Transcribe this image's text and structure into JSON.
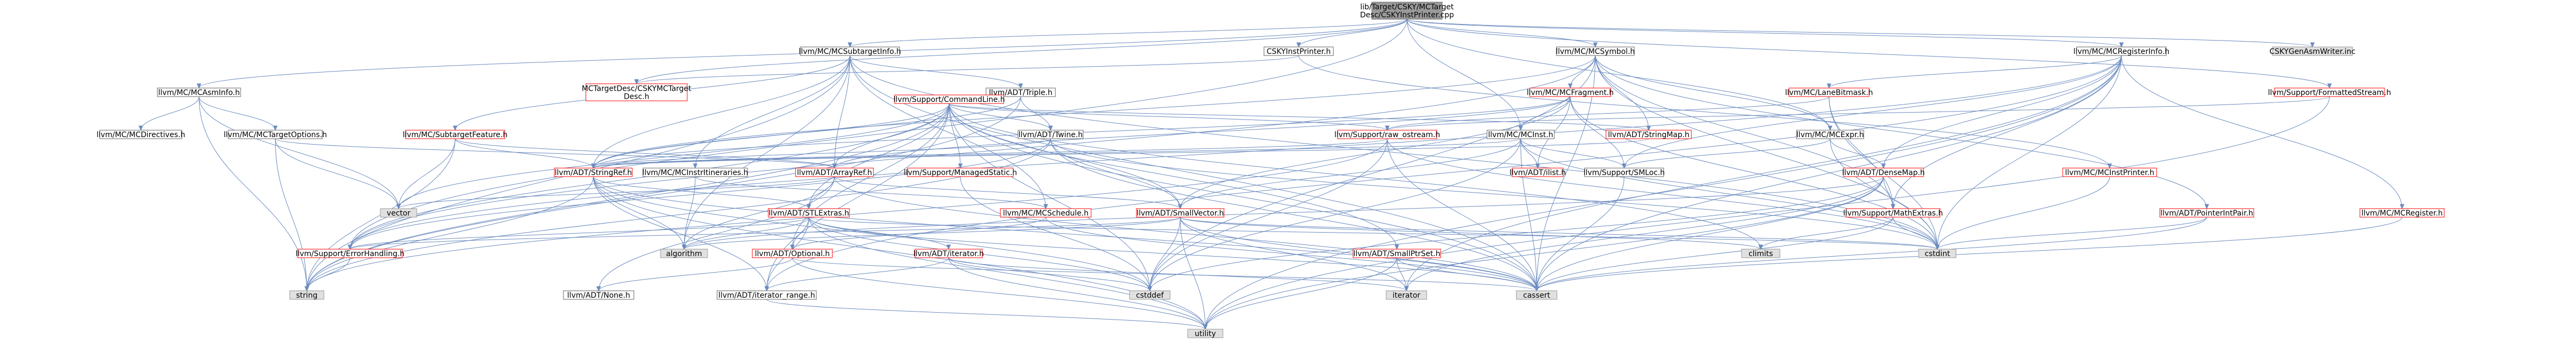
{
  "colors": {
    "root_fill": "#9a9a9a",
    "root_border": "#6e6e6e",
    "normal_fill": "#ffffff",
    "normal_border": "#666666",
    "missing_fill": "#ffffff",
    "missing_border": "#ff0000",
    "external_fill": "#e0e0e0",
    "external_border": "#999999",
    "edge": "#6b8bbf"
  },
  "nodes": [
    {
      "id": "root",
      "kind": "root",
      "lines": [
        "lib/Target/CSKY/MCTarget",
        "Desc/CSKYInstPrinter.cpp"
      ]
    },
    {
      "id": "subtarget",
      "kind": "normal",
      "lines": [
        "llvm/MC/MCSubtargetInfo.h"
      ]
    },
    {
      "id": "cskyinstprinter",
      "kind": "normal",
      "lines": [
        "CSKYInstPrinter.h"
      ]
    },
    {
      "id": "mcsymbol",
      "kind": "normal",
      "lines": [
        "llvm/MC/MCSymbol.h"
      ]
    },
    {
      "id": "mcregisterinfo",
      "kind": "normal",
      "lines": [
        "llvm/MC/MCRegisterInfo.h"
      ]
    },
    {
      "id": "genasmwriter",
      "kind": "external",
      "lines": [
        "CSKYGenAsmWriter.inc"
      ]
    },
    {
      "id": "mcasminfo",
      "kind": "normal",
      "lines": [
        "llvm/MC/MCAsmInfo.h"
      ]
    },
    {
      "id": "cskymctargetdesc",
      "kind": "missing",
      "lines": [
        "MCTargetDesc/CSKYMCTarget",
        "Desc.h"
      ]
    },
    {
      "id": "triple",
      "kind": "normal",
      "lines": [
        "llvm/ADT/Triple.h"
      ]
    },
    {
      "id": "mcfragment",
      "kind": "missing",
      "lines": [
        "llvm/MC/MCFragment.h"
      ]
    },
    {
      "id": "lanebitmask",
      "kind": "missing",
      "lines": [
        "llvm/MC/LaneBitmask.h"
      ]
    },
    {
      "id": "formattedstream",
      "kind": "missing",
      "lines": [
        "llvm/Support/FormattedStream.h"
      ]
    },
    {
      "id": "commandline",
      "kind": "missing",
      "lines": [
        "llvm/Support/CommandLine.h"
      ]
    },
    {
      "id": "mcdirectives",
      "kind": "normal",
      "lines": [
        "llvm/MC/MCDirectives.h"
      ]
    },
    {
      "id": "mctargetoptions",
      "kind": "normal",
      "lines": [
        "llvm/MC/MCTargetOptions.h"
      ]
    },
    {
      "id": "subtargetfeature",
      "kind": "missing",
      "lines": [
        "llvm/MC/SubtargetFeature.h"
      ]
    },
    {
      "id": "twine",
      "kind": "normal",
      "lines": [
        "llvm/ADT/Twine.h"
      ]
    },
    {
      "id": "rawostream",
      "kind": "missing",
      "lines": [
        "llvm/Support/raw_ostream.h"
      ]
    },
    {
      "id": "mcinst",
      "kind": "normal",
      "lines": [
        "llvm/MC/MCInst.h"
      ]
    },
    {
      "id": "stringmap",
      "kind": "missing",
      "lines": [
        "llvm/ADT/StringMap.h"
      ]
    },
    {
      "id": "mcexpr",
      "kind": "normal",
      "lines": [
        "llvm/MC/MCExpr.h"
      ]
    },
    {
      "id": "mcinstprinter",
      "kind": "missing",
      "lines": [
        "llvm/MC/MCInstPrinter.h"
      ]
    },
    {
      "id": "mcinstrinfo",
      "kind": "normal",
      "lines": [
        "llvm/MC/MCInstrItineraries.h"
      ]
    },
    {
      "id": "stringref",
      "kind": "missing",
      "lines": [
        "llvm/ADT/StringRef.h"
      ]
    },
    {
      "id": "arrayref",
      "kind": "missing",
      "lines": [
        "llvm/ADT/ArrayRef.h"
      ]
    },
    {
      "id": "managedstatic",
      "kind": "missing",
      "lines": [
        "llvm/Support/ManagedStatic.h"
      ]
    },
    {
      "id": "ilist",
      "kind": "missing",
      "lines": [
        "llvm/ADT/ilist.h"
      ]
    },
    {
      "id": "smloc",
      "kind": "normal",
      "lines": [
        "llvm/Support/SMLoc.h"
      ]
    },
    {
      "id": "densemap",
      "kind": "missing",
      "lines": [
        "llvm/ADT/DenseMap.h"
      ]
    },
    {
      "id": "pointerintpair",
      "kind": "missing",
      "lines": [
        "llvm/ADT/PointerIntPair.h"
      ]
    },
    {
      "id": "mcregister",
      "kind": "missing",
      "lines": [
        "llvm/MC/MCRegister.h"
      ]
    },
    {
      "id": "vector",
      "kind": "external",
      "lines": [
        "vector"
      ]
    },
    {
      "id": "stlextras",
      "kind": "missing",
      "lines": [
        "llvm/ADT/STLExtras.h"
      ]
    },
    {
      "id": "mcschedule",
      "kind": "missing",
      "lines": [
        "llvm/MC/MCSchedule.h"
      ]
    },
    {
      "id": "smallvector",
      "kind": "missing",
      "lines": [
        "llvm/ADT/SmallVector.h"
      ]
    },
    {
      "id": "mathextras",
      "kind": "missing",
      "lines": [
        "llvm/Support/MathExtras.h"
      ]
    },
    {
      "id": "errorhandling",
      "kind": "missing",
      "lines": [
        "llvm/Support/ErrorHandling.h"
      ]
    },
    {
      "id": "algorithm",
      "kind": "external",
      "lines": [
        "algorithm"
      ]
    },
    {
      "id": "optional",
      "kind": "missing",
      "lines": [
        "llvm/ADT/Optional.h"
      ]
    },
    {
      "id": "iterator",
      "kind": "missing",
      "lines": [
        "llvm/ADT/iterator.h"
      ]
    },
    {
      "id": "smallptrset",
      "kind": "missing",
      "lines": [
        "llvm/ADT/SmallPtrSet.h"
      ]
    },
    {
      "id": "climits",
      "kind": "external",
      "lines": [
        "climits"
      ]
    },
    {
      "id": "cstdint",
      "kind": "external",
      "lines": [
        "cstdint"
      ]
    },
    {
      "id": "string",
      "kind": "external",
      "lines": [
        "string"
      ]
    },
    {
      "id": "none",
      "kind": "normal",
      "lines": [
        "llvm/ADT/None.h"
      ]
    },
    {
      "id": "iteratorrange",
      "kind": "normal",
      "lines": [
        "llvm/ADT/iterator_range.h"
      ]
    },
    {
      "id": "cstddef",
      "kind": "external",
      "lines": [
        "cstddef"
      ]
    },
    {
      "id": "iteratorstd",
      "kind": "external",
      "lines": [
        "iterator"
      ]
    },
    {
      "id": "cassert",
      "kind": "external",
      "lines": [
        "cassert"
      ]
    },
    {
      "id": "utility",
      "kind": "external",
      "lines": [
        "utility"
      ]
    }
  ],
  "edges": [
    [
      "root",
      "subtarget"
    ],
    [
      "root",
      "cskyinstprinter"
    ],
    [
      "root",
      "mcsymbol"
    ],
    [
      "root",
      "mcregisterinfo"
    ],
    [
      "root",
      "genasmwriter"
    ],
    [
      "root",
      "mcasminfo"
    ],
    [
      "root",
      "mcexpr"
    ],
    [
      "root",
      "mcinst"
    ],
    [
      "root",
      "formattedstream"
    ],
    [
      "root",
      "errorhandling"
    ],
    [
      "root",
      "cskymctargetdesc"
    ],
    [
      "subtarget",
      "triple"
    ],
    [
      "subtarget",
      "mcinstrinfo"
    ],
    [
      "subtarget",
      "arrayref"
    ],
    [
      "subtarget",
      "stringref"
    ],
    [
      "subtarget",
      "mcschedule"
    ],
    [
      "subtarget",
      "subtargetfeature"
    ],
    [
      "subtarget",
      "cassert"
    ],
    [
      "subtarget",
      "cstdint"
    ],
    [
      "subtarget",
      "string"
    ],
    [
      "subtarget",
      "algorithm"
    ],
    [
      "cskyinstprinter",
      "cskymctargetdesc"
    ],
    [
      "cskyinstprinter",
      "mcinstprinter"
    ],
    [
      "mcsymbol",
      "mcfragment"
    ],
    [
      "mcsymbol",
      "mcexpr"
    ],
    [
      "mcsymbol",
      "stringmap"
    ],
    [
      "mcsymbol",
      "pointerintpair"
    ],
    [
      "mcsymbol",
      "errorhandling"
    ],
    [
      "mcsymbol",
      "mathextras"
    ],
    [
      "mcsymbol",
      "cassert"
    ],
    [
      "mcsymbol",
      "cstddef"
    ],
    [
      "mcsymbol",
      "cstdint"
    ],
    [
      "mcsymbol",
      "stringref"
    ],
    [
      "mcregisterinfo",
      "lanebitmask"
    ],
    [
      "mcregisterinfo",
      "mcregister"
    ],
    [
      "mcregisterinfo",
      "densemap"
    ],
    [
      "mcregisterinfo",
      "iteratorrange"
    ],
    [
      "mcregisterinfo",
      "errorhandling"
    ],
    [
      "mcregisterinfo",
      "cassert"
    ],
    [
      "mcregisterinfo",
      "cstdint"
    ],
    [
      "mcregisterinfo",
      "utility"
    ],
    [
      "mcregisterinfo",
      "iteratorstd"
    ],
    [
      "mcregisterinfo",
      "mathextras"
    ],
    [
      "mcregisterinfo",
      "smloc"
    ],
    [
      "mcasminfo",
      "mcdirectives"
    ],
    [
      "mcasminfo",
      "mctargetoptions"
    ],
    [
      "mcasminfo",
      "vector"
    ],
    [
      "mcasminfo",
      "string"
    ],
    [
      "triple",
      "twine"
    ],
    [
      "triple",
      "stringref"
    ],
    [
      "triple",
      "string"
    ],
    [
      "mcfragment",
      "ilist"
    ],
    [
      "mcfragment",
      "mcinst"
    ],
    [
      "mcfragment",
      "smallvector"
    ],
    [
      "mcfragment",
      "arrayref"
    ],
    [
      "mcfragment",
      "stringref"
    ],
    [
      "mcfragment",
      "smloc"
    ],
    [
      "mcfragment",
      "cstdint"
    ],
    [
      "lanebitmask",
      "rawostream"
    ],
    [
      "lanebitmask",
      "mathextras"
    ],
    [
      "lanebitmask",
      "cstdint"
    ],
    [
      "formattedstream",
      "rawostream"
    ],
    [
      "formattedstream",
      "utility"
    ],
    [
      "commandline",
      "arrayref"
    ],
    [
      "commandline",
      "stringref"
    ],
    [
      "commandline",
      "twine"
    ],
    [
      "commandline",
      "stringmap"
    ],
    [
      "commandline",
      "smallvector"
    ],
    [
      "commandline",
      "smallptrset"
    ],
    [
      "commandline",
      "stlextras"
    ],
    [
      "commandline",
      "optional"
    ],
    [
      "commandline",
      "managedstatic"
    ],
    [
      "commandline",
      "rawostream"
    ],
    [
      "commandline",
      "errorhandling"
    ],
    [
      "commandline",
      "climits"
    ],
    [
      "commandline",
      "cassert"
    ],
    [
      "commandline",
      "cstddef"
    ],
    [
      "commandline",
      "vector"
    ],
    [
      "commandline",
      "string"
    ],
    [
      "commandline",
      "iteratorrange"
    ],
    [
      "mctargetoptions",
      "arrayref"
    ],
    [
      "mctargetoptions",
      "string"
    ],
    [
      "mctargetoptions",
      "vector"
    ],
    [
      "subtargetfeature",
      "stringref"
    ],
    [
      "subtargetfeature",
      "arrayref"
    ],
    [
      "subtargetfeature",
      "vector"
    ],
    [
      "subtargetfeature",
      "string"
    ],
    [
      "twine",
      "smallvector"
    ],
    [
      "twine",
      "stringref"
    ],
    [
      "twine",
      "errorhandling"
    ],
    [
      "twine",
      "cassert"
    ],
    [
      "twine",
      "cstdint"
    ],
    [
      "twine",
      "string"
    ],
    [
      "rawostream",
      "stringref"
    ],
    [
      "rawostream",
      "cassert"
    ],
    [
      "rawostream",
      "cstddef"
    ],
    [
      "rawostream",
      "cstdint"
    ],
    [
      "rawostream",
      "string"
    ],
    [
      "mcinst",
      "smallvector"
    ],
    [
      "mcinst",
      "stringref"
    ],
    [
      "mcinst",
      "smloc"
    ],
    [
      "mcinst",
      "cassert"
    ],
    [
      "mcinst",
      "cstddef"
    ],
    [
      "mcinst",
      "cstdint"
    ],
    [
      "mcinst",
      "ilist"
    ],
    [
      "stringmap",
      "stringref"
    ],
    [
      "mcexpr",
      "densemap"
    ],
    [
      "mcexpr",
      "smloc"
    ],
    [
      "mcexpr",
      "cstdint"
    ],
    [
      "mcinstprinter",
      "cstdint"
    ],
    [
      "mcinstrinfo",
      "mcschedule"
    ],
    [
      "mcinstrinfo",
      "algorithm"
    ],
    [
      "stringref",
      "stlextras"
    ],
    [
      "stringref",
      "iteratorrange"
    ],
    [
      "stringref",
      "algorithm"
    ],
    [
      "stringref",
      "cassert"
    ],
    [
      "stringref",
      "cstddef"
    ],
    [
      "stringref",
      "string"
    ],
    [
      "stringref",
      "utility"
    ],
    [
      "arrayref",
      "smallvector"
    ],
    [
      "arrayref",
      "stlextras"
    ],
    [
      "arrayref",
      "none"
    ],
    [
      "arrayref",
      "algorithm"
    ],
    [
      "arrayref",
      "cassert"
    ],
    [
      "arrayref",
      "vector"
    ],
    [
      "managedstatic",
      "cstddef"
    ],
    [
      "smloc",
      "cassert"
    ],
    [
      "densemap",
      "mathextras"
    ],
    [
      "densemap",
      "algorithm"
    ],
    [
      "densemap",
      "cassert"
    ],
    [
      "densemap",
      "cstddef"
    ],
    [
      "densemap",
      "iteratorstd"
    ],
    [
      "densemap",
      "utility"
    ],
    [
      "pointerintpair",
      "cassert"
    ],
    [
      "pointerintpair",
      "cstdint"
    ],
    [
      "mcregister",
      "cassert"
    ],
    [
      "stlextras",
      "optional"
    ],
    [
      "stlextras",
      "iterator"
    ],
    [
      "stlextras",
      "iteratorrange"
    ],
    [
      "stlextras",
      "errorhandling"
    ],
    [
      "stlextras",
      "algorithm"
    ],
    [
      "stlextras",
      "cassert"
    ],
    [
      "stlextras",
      "cstddef"
    ],
    [
      "stlextras",
      "cstdint"
    ],
    [
      "stlextras",
      "utility"
    ],
    [
      "mcschedule",
      "optional"
    ],
    [
      "mcschedule",
      "cassert"
    ],
    [
      "smallvector",
      "errorhandling"
    ],
    [
      "smallvector",
      "algorithm"
    ],
    [
      "smallvector",
      "cassert"
    ],
    [
      "smallvector",
      "cstddef"
    ],
    [
      "smallvector",
      "cstdint"
    ],
    [
      "smallvector",
      "climits"
    ],
    [
      "smallvector",
      "utility"
    ],
    [
      "smallvector",
      "iteratorstd"
    ],
    [
      "mathextras",
      "climits"
    ],
    [
      "mathextras",
      "cstdint"
    ],
    [
      "mathextras",
      "cassert"
    ],
    [
      "errorhandling",
      "string"
    ],
    [
      "optional",
      "none"
    ],
    [
      "optional",
      "utility"
    ],
    [
      "optional",
      "cassert"
    ],
    [
      "iterator",
      "iteratorrange"
    ],
    [
      "iterator",
      "cstddef"
    ],
    [
      "iterator",
      "iteratorstd"
    ],
    [
      "iterator",
      "utility"
    ],
    [
      "smallptrset",
      "iteratorstd"
    ],
    [
      "smallptrset",
      "cassert"
    ],
    [
      "smallptrset",
      "utility"
    ],
    [
      "iteratorrange",
      "utility"
    ]
  ]
}
